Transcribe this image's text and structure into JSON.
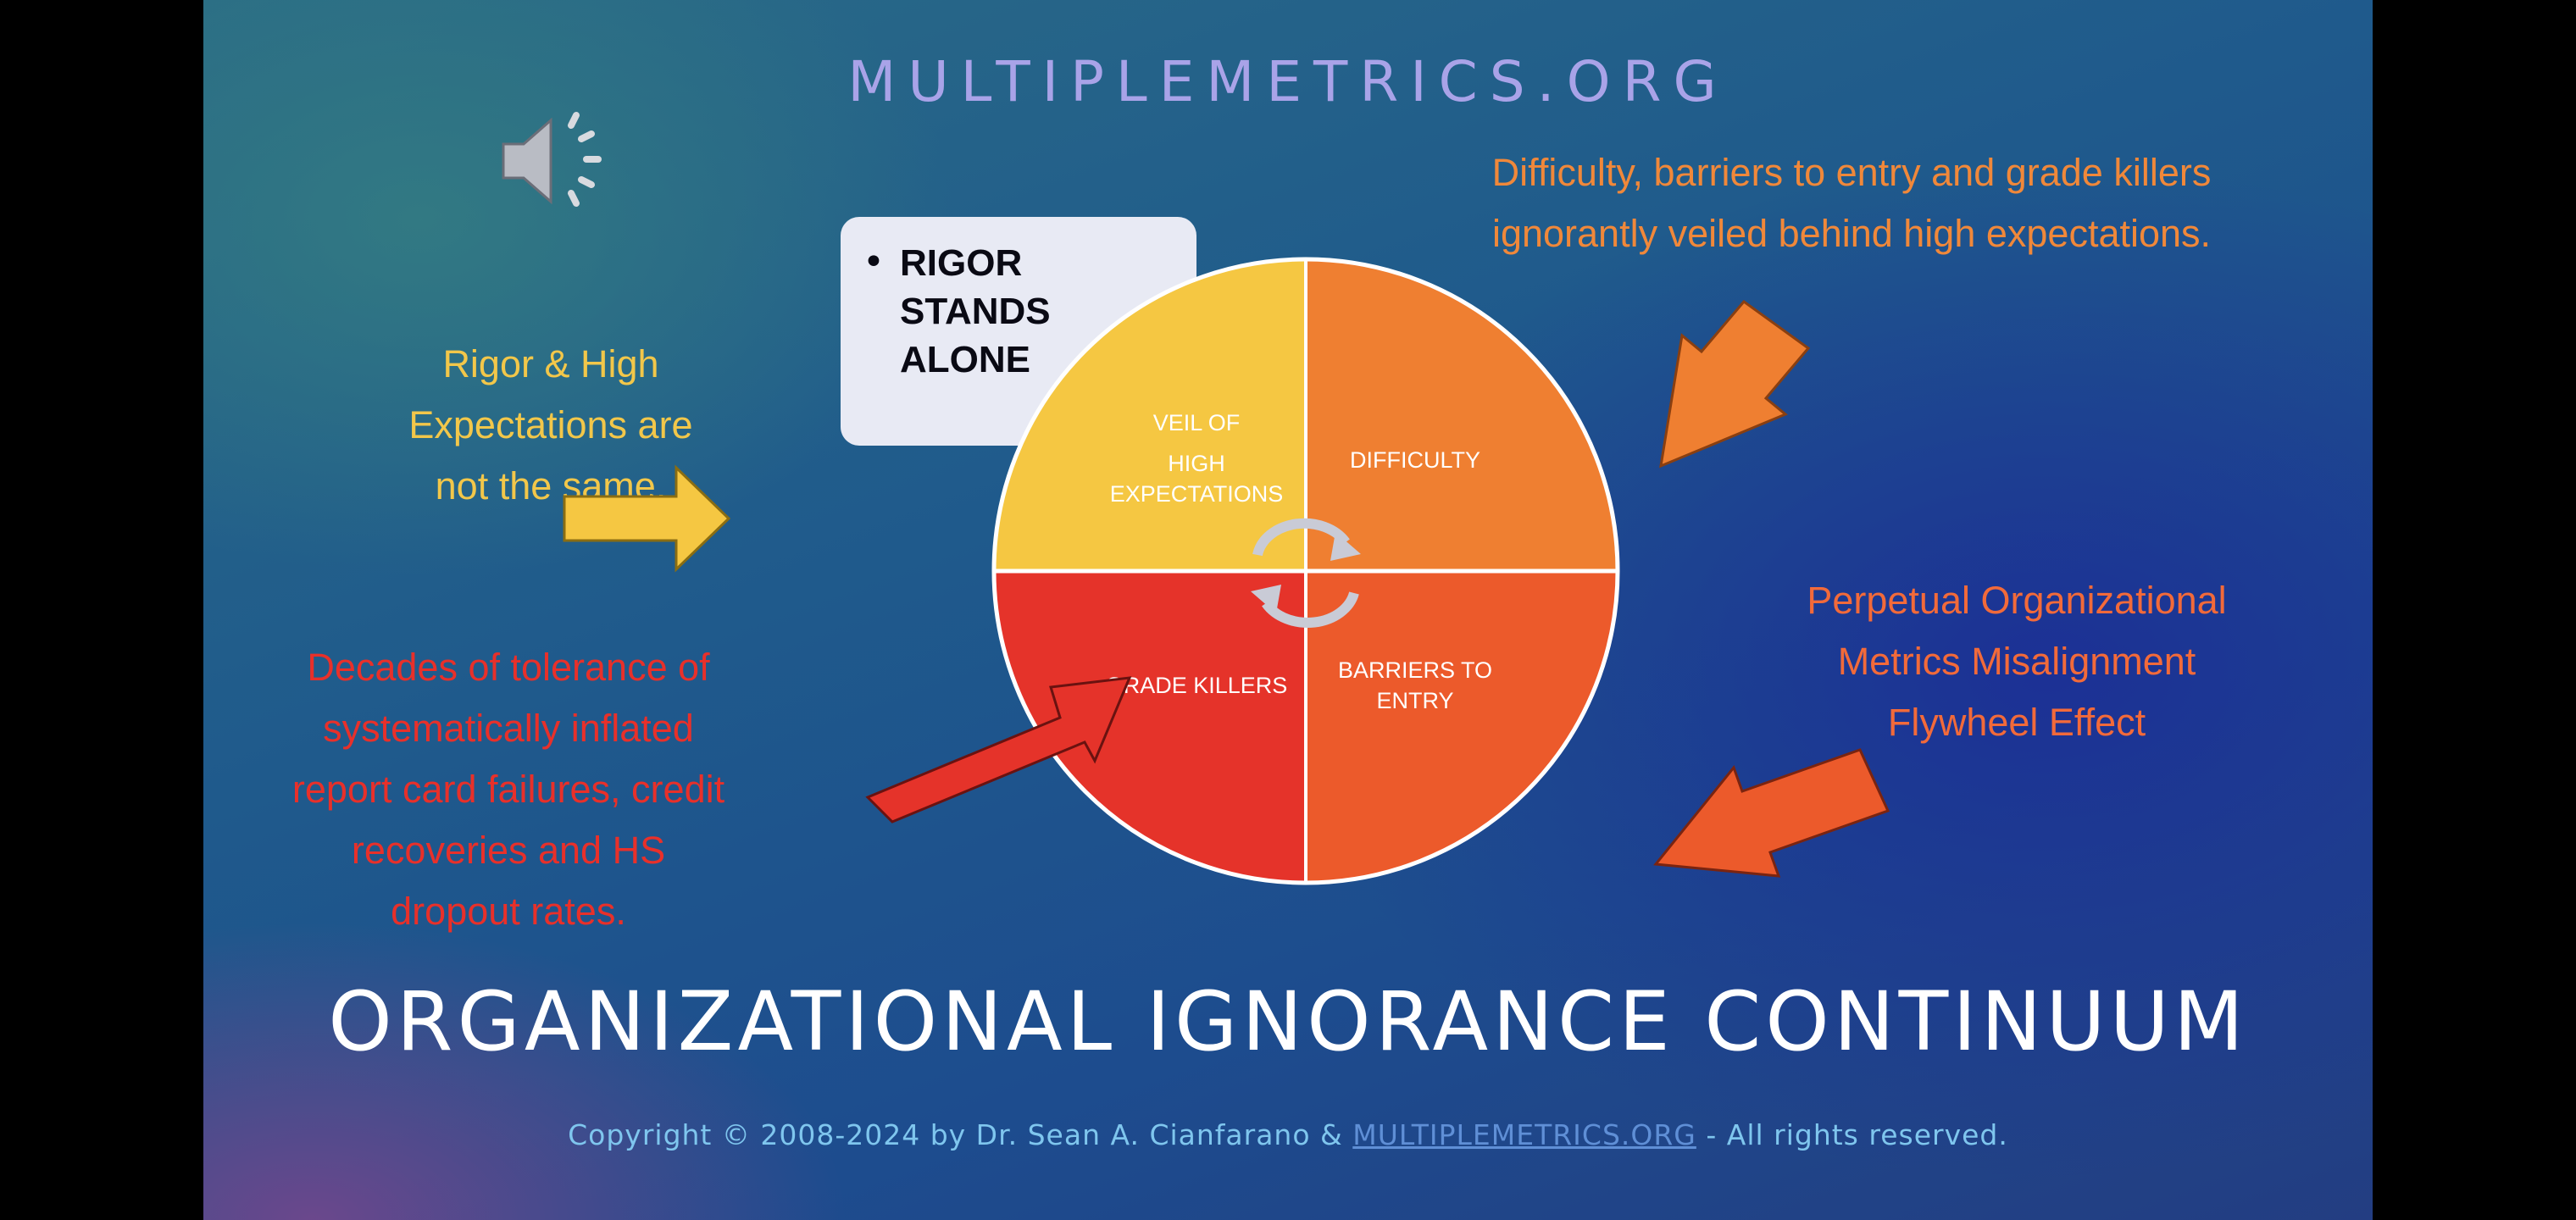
{
  "site_title": "MULTIPLEMETRICS.ORG",
  "notes": {
    "rigor": [
      "Rigor & High",
      "Expectations are",
      "not the same."
    ],
    "difficulty": [
      "Difficulty, barriers to entry and grade killers",
      "ignorantly veiled behind high expectations."
    ],
    "flywheel": [
      "Perpetual Organizational",
      "Metrics Misalignment",
      "Flywheel Effect"
    ],
    "decades": [
      "Decades of tolerance of",
      "systematically inflated",
      "report card failures, credit",
      "recoveries and HS",
      "dropout rates."
    ]
  },
  "rigor_box": {
    "bullet": "•",
    "lines": [
      "RIGOR",
      "STANDS",
      "ALONE"
    ]
  },
  "wheel": {
    "quadrants": [
      {
        "lines": [
          "VEIL OF",
          "HIGH",
          "EXPECTATIONS"
        ],
        "color": "#f5c742"
      },
      {
        "lines": [
          "DIFFICULTY"
        ],
        "color": "#ef7f31"
      },
      {
        "lines": [
          "GRADE KILLERS"
        ],
        "color": "#e5332a"
      },
      {
        "lines": [
          "BARRIERS TO",
          "ENTRY"
        ],
        "color": "#ec5a2b"
      }
    ]
  },
  "main_title": "ORGANIZATIONAL IGNORANCE CONTINUUM",
  "copyright": {
    "prefix": "Copyright © 2008-2024 by Dr. Sean A. Cianfarano & ",
    "link": "MULTIPLEMETRICS.ORG",
    "suffix": " - All rights reserved."
  },
  "colors": {
    "yellow": "#f5c742",
    "orange": "#ef7f31",
    "red": "#e5332a",
    "red_orange": "#ec5a2b"
  },
  "icons": {
    "speaker": "speaker-audio-icon"
  }
}
